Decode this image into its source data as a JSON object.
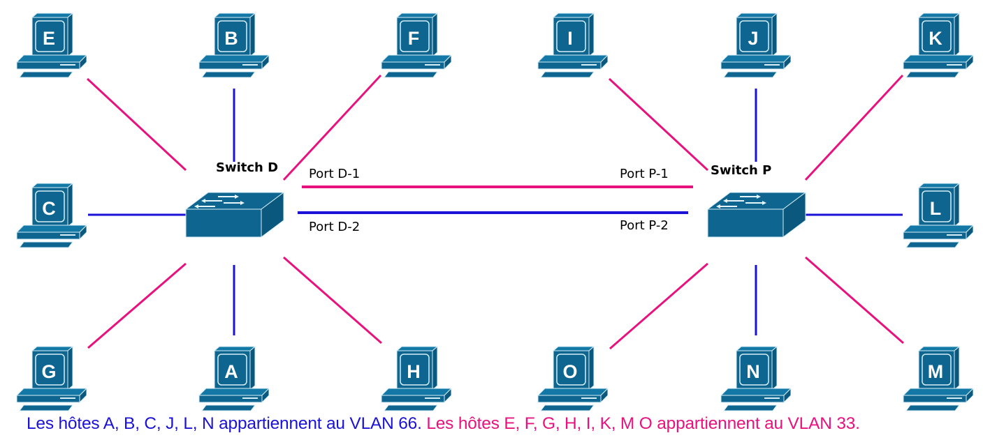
{
  "colors": {
    "vlan66": "#1a12d6",
    "vlan33": "#e8127f",
    "device": "#0e6590",
    "device_outline": "#d6eef8"
  },
  "switches": [
    {
      "id": "D",
      "name": "Switch D",
      "ports": [
        {
          "label": "Port D-1",
          "vlan": 33
        },
        {
          "label": "Port D-2",
          "vlan": 66
        }
      ]
    },
    {
      "id": "P",
      "name": "Switch P",
      "ports": [
        {
          "label": "Port P-1",
          "vlan": 33
        },
        {
          "label": "Port P-2",
          "vlan": 66
        }
      ]
    }
  ],
  "hosts": [
    {
      "label": "E",
      "switch": "D",
      "vlan": 33
    },
    {
      "label": "B",
      "switch": "D",
      "vlan": 66
    },
    {
      "label": "F",
      "switch": "D",
      "vlan": 33
    },
    {
      "label": "C",
      "switch": "D",
      "vlan": 66
    },
    {
      "label": "G",
      "switch": "D",
      "vlan": 33
    },
    {
      "label": "A",
      "switch": "D",
      "vlan": 66
    },
    {
      "label": "H",
      "switch": "D",
      "vlan": 33
    },
    {
      "label": "I",
      "switch": "P",
      "vlan": 33
    },
    {
      "label": "J",
      "switch": "P",
      "vlan": 66
    },
    {
      "label": "K",
      "switch": "P",
      "vlan": 33
    },
    {
      "label": "L",
      "switch": "P",
      "vlan": 66
    },
    {
      "label": "O",
      "switch": "P",
      "vlan": 33
    },
    {
      "label": "N",
      "switch": "P",
      "vlan": 66
    },
    {
      "label": "M",
      "switch": "P",
      "vlan": 33
    }
  ],
  "trunk_links": [
    {
      "from": "Port D-1",
      "to": "Port P-1",
      "vlan": 33
    },
    {
      "from": "Port D-2",
      "to": "Port P-2",
      "vlan": 66
    }
  ],
  "footer": {
    "vlan66_text": "Les hôtes A, B, C, J, L, N appartiennent au VLAN 66.",
    "vlan33_text": "Les hôtes E, F, G, H, I, K, M O appartiennent au VLAN 33."
  }
}
